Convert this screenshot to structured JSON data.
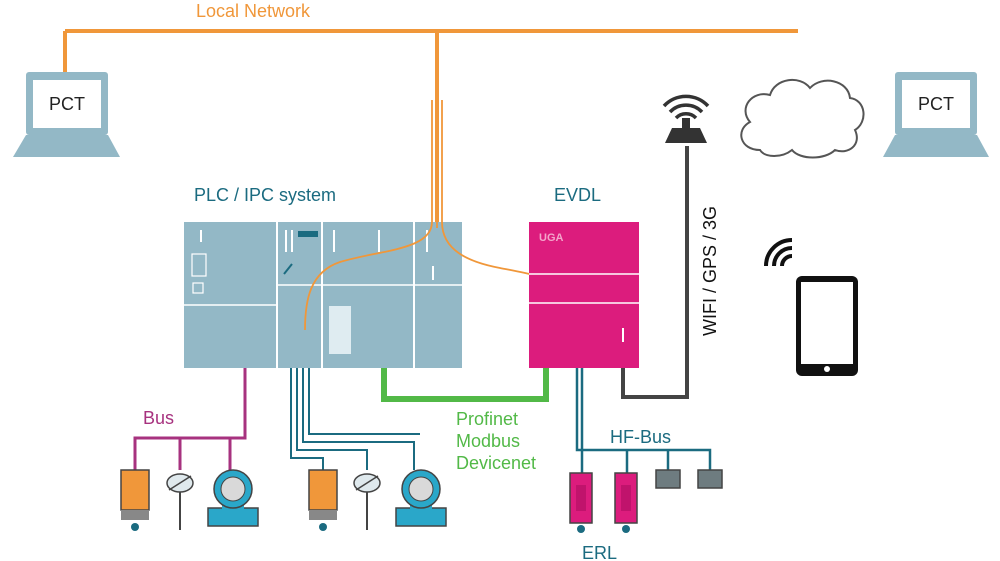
{
  "labels": {
    "local_network": "Local Network",
    "pct_left": "PCT",
    "pct_right": "PCT",
    "plc_system": "PLC / IPC system",
    "evdl": "EVDL",
    "evdl_logo": "UGA",
    "wireless": "WIFI / GPS / 3G",
    "bus": "Bus",
    "fieldbus_1": "Profinet",
    "fieldbus_2": "Modbus",
    "fieldbus_3": "Devicenet",
    "hf_bus": "HF-Bus",
    "erl": "ERL"
  },
  "colors": {
    "network": "#f0973a",
    "plc_blue": "#93b8c6",
    "plc_dark": "#5f8fa0",
    "bus_magenta": "#a7327f",
    "profinet_green": "#52b947",
    "evdl_pink": "#dc1c7d",
    "label_teal": "#1b6b80",
    "device_orange": "#f0973a",
    "device_blue": "#2aa7c9",
    "cable_dark": "#444444",
    "gray_box": "#6e7c80"
  }
}
